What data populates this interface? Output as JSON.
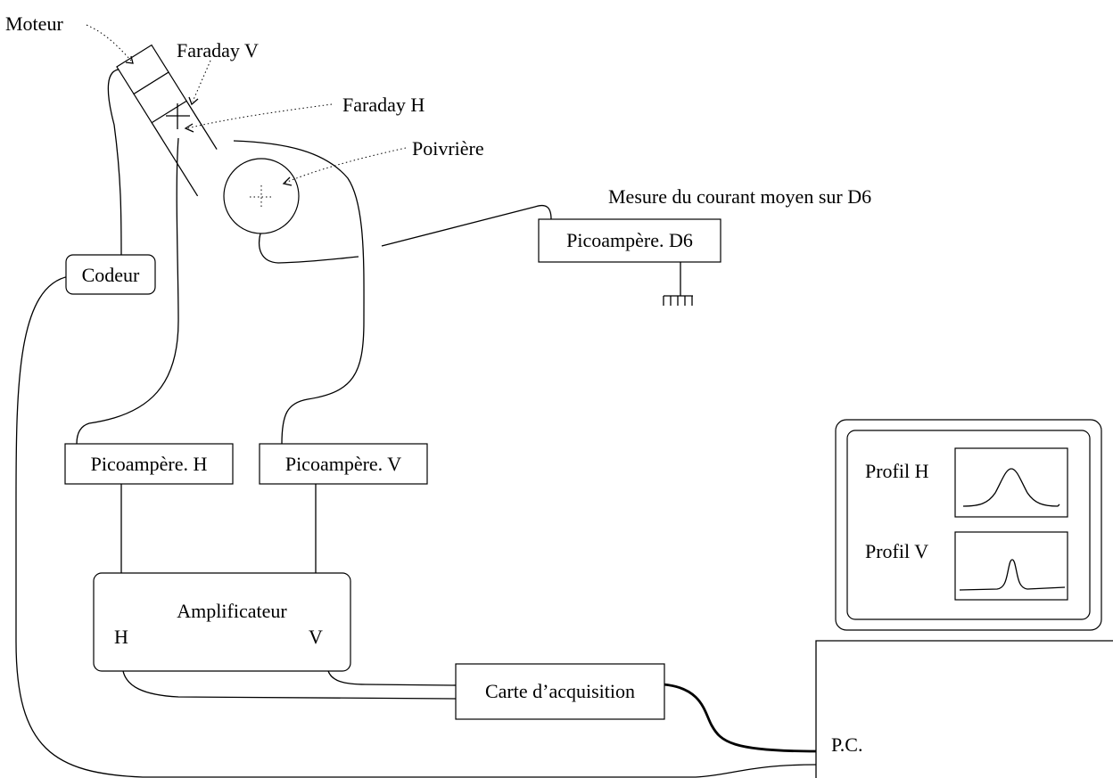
{
  "labels": {
    "moteur": "Moteur",
    "faraday_v": "Faraday V",
    "faraday_h": "Faraday H",
    "poivriere": "Poivrière",
    "mesure_d6": "Mesure du courant moyen sur D6",
    "codeur": "Codeur",
    "pico_d6": "Picoampère. D6",
    "pico_h": "Picoampère. H",
    "pico_v": "Picoampère. V",
    "amplificateur": "Amplificateur",
    "amp_h": "H",
    "amp_v": "V",
    "carte": "Carte d’acquisition",
    "pc": "P.C.",
    "profil_h": "Profil H",
    "profil_v": "Profil V"
  }
}
